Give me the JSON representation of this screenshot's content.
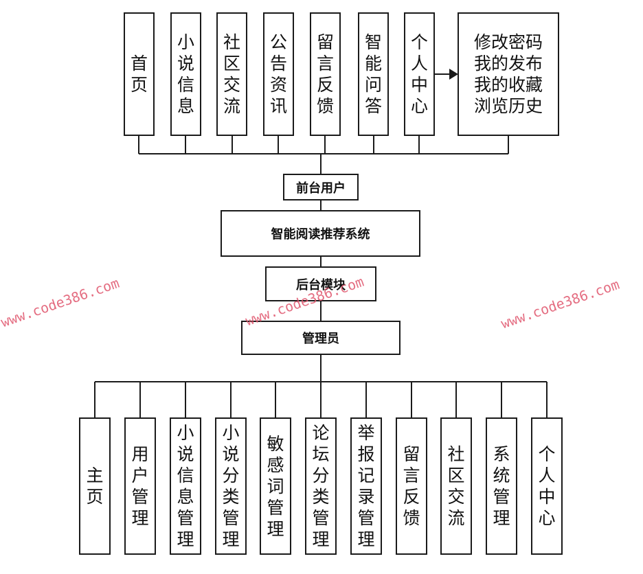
{
  "frontend": {
    "menu": [
      "首页",
      "小说信息",
      "社区交流",
      "公告资讯",
      "留言反馈",
      "智能问答",
      "个人中心"
    ],
    "personal_center_items": [
      "修改密码",
      "我的发布",
      "我的收藏",
      "浏览历史"
    ]
  },
  "frontend_user": "前台用户",
  "system_name": "智能阅读推荐系统",
  "backend_module": "后台模块",
  "admin": "管理员",
  "backend": {
    "menu": [
      "主页",
      "用户管理",
      "小说信息管理",
      "小说分类管理",
      "敏感词管理",
      "论坛分类管理",
      "举报记录管理",
      "留言反馈",
      "社区交流",
      "系统管理",
      "个人中心"
    ]
  },
  "watermark": "www.code386.com"
}
